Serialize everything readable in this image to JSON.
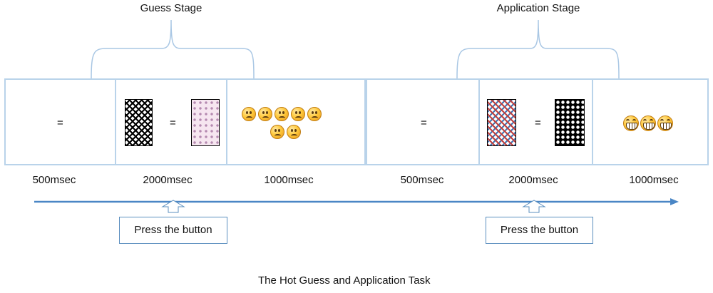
{
  "guess_stage": {
    "title": "Guess Stage",
    "panels": [
      {
        "equals": "=",
        "duration": "500msec"
      },
      {
        "equals": "=",
        "duration": "2000msec"
      },
      {
        "duration": "1000msec",
        "feedback_icon": "sad-face-icon",
        "feedback_count": 7
      }
    ],
    "press_label": "Press the button"
  },
  "application_stage": {
    "title": "Application Stage",
    "panels": [
      {
        "equals": "=",
        "duration": "500msec"
      },
      {
        "equals": "=",
        "duration": "2000msec"
      },
      {
        "duration": "1000msec",
        "feedback_icon": "grinning-face-icon",
        "feedback_count": 3
      }
    ],
    "press_label": "Press the button"
  },
  "caption": "The Hot Guess and Application Task",
  "colors": {
    "panel_border": "#b9d3ea",
    "timeline": "#4a86c5",
    "bracket": "#a9c7e4"
  }
}
